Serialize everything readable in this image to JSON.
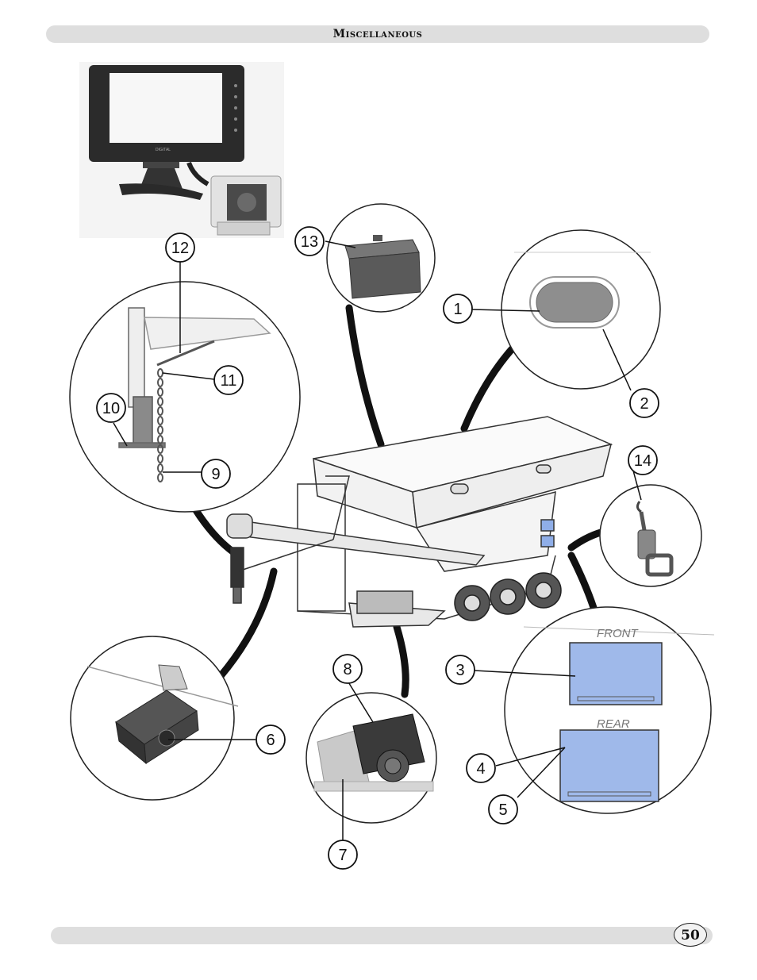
{
  "header": {
    "title": "Miscellaneous"
  },
  "footer": {
    "page_number": "50"
  },
  "callouts": {
    "c1": "1",
    "c2": "2",
    "c3": "3",
    "c4": "4",
    "c5": "5",
    "c6": "6",
    "c7": "7",
    "c8": "8",
    "c9": "9",
    "c10": "10",
    "c11": "11",
    "c12": "12",
    "c13": "13",
    "c14": "14"
  },
  "decals": {
    "front": "FRONT",
    "rear": "REAR"
  },
  "monitor": {
    "brand": "DIGITAL"
  }
}
